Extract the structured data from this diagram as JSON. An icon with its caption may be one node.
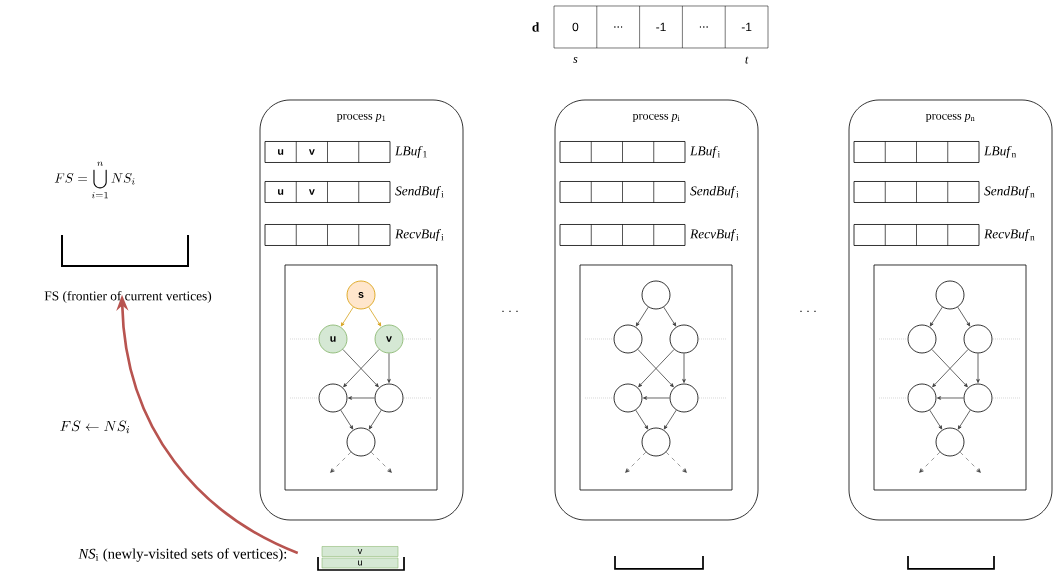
{
  "diagram": {
    "nodes": [
      {
        "text": [
          "0",
          "...",
          "-1",
          "...",
          "-1"
        ],
        "beside": [
          "d",
          "s",
          "t"
        ]
      },
      {
        "text": [
          "FS (frontier of current vertices)"
        ]
      },
      {
        "text": [
          "process *p*$_{1}$"
        ]
      },
      {
        "text": [
          "u",
          "v"
        ],
        "in": 2,
        "beside": [
          "*LBuf*$_{1}$"
        ]
      },
      {
        "text": [
          "u",
          "v"
        ],
        "in": 2,
        "beside": [
          "*SendBuf*$_{i}$"
        ]
      },
      {
        "text": [],
        "shape": "box",
        "in": 2,
        "beside": [
          "*RecvBuf*$_{i}$"
        ]
      },
      {
        "text": [],
        "shape": "box",
        "in": 2
      },
      {
        "text": [
          "s"
        ],
        "in": 6
      },
      {
        "text": [
          "u"
        ],
        "in": 6
      },
      {
        "text": [
          "v"
        ],
        "in": 6
      },
      {
        "text": [],
        "shape": "circle",
        "in": 6
      },
      {
        "text": [],
        "shape": "circle",
        "in": 6
      },
      {
        "text": [],
        "shape": "circle",
        "in": 6
      },
      {
        "text": [
          "process *p*$_{i}$"
        ]
      },
      {
        "text": [],
        "shape": "box",
        "in": 13,
        "beside": [
          "*LBuf*$_{i}$"
        ]
      },
      {
        "text": [],
        "shape": "box",
        "in": 13,
        "beside": [
          "*SendBuf*$_{i}$"
        ]
      },
      {
        "text": [],
        "shape": "box",
        "in": 13,
        "beside": [
          "*RecvBuf*$_{i}$"
        ]
      },
      {
        "text": [],
        "shape": "box",
        "in": 13
      },
      {
        "text": [],
        "shape": "circle",
        "in": 17
      },
      {
        "text": [],
        "shape": "circle",
        "in": 17
      },
      {
        "text": [],
        "shape": "circle",
        "in": 17
      },
      {
        "text": [],
        "shape": "circle",
        "in": 17
      },
      {
        "text": [],
        "shape": "circle",
        "in": 17
      },
      {
        "text": [],
        "shape": "circle",
        "in": 17
      },
      {
        "text": [
          "process *p*$_{n}$"
        ]
      },
      {
        "text": [],
        "shape": "box",
        "in": 24,
        "beside": [
          "*LBuf*$_{n}$"
        ]
      },
      {
        "text": [],
        "shape": "box",
        "in": 24,
        "beside": [
          "*SendBuf*$_{n}$"
        ]
      },
      {
        "text": [],
        "shape": "box",
        "in": 24,
        "beside": [
          "*RecvBuf*$_{n}$"
        ]
      },
      {
        "text": [],
        "shape": "box",
        "in": 24
      },
      {
        "text": [],
        "shape": "circle",
        "in": 28
      },
      {
        "text": [],
        "shape": "circle",
        "in": 28
      },
      {
        "text": [],
        "shape": "circle",
        "in": 28
      },
      {
        "text": [],
        "shape": "circle",
        "in": 28
      },
      {
        "text": [],
        "shape": "circle",
        "in": 28
      },
      {
        "text": [],
        "shape": "circle",
        "in": 28
      },
      {
        "text": [],
        "shape": "box"
      },
      {
        "text": [
          "v"
        ]
      },
      {
        "text": [
          "u"
        ],
        "in": 35
      },
      {
        "text": [],
        "shape": "box"
      },
      {
        "text": [],
        "shape": "box"
      }
    ],
    "edges": [
      {
        "from": 7,
        "to": 8,
        "arrow": "to",
        "color": "#d6a31e"
      },
      {
        "from": 7,
        "to": 9,
        "arrow": "to",
        "color": "#d6a31e"
      },
      {
        "from": 8,
        "to": 11,
        "arrow": "to"
      },
      {
        "from": 9,
        "to": 10,
        "arrow": "to"
      },
      {
        "from": 9,
        "to": 11,
        "arrow": "to"
      },
      {
        "from": 11,
        "to": 10,
        "arrow": "to"
      },
      {
        "from": 10,
        "to": 12,
        "arrow": "to"
      },
      {
        "from": 11,
        "to": 12,
        "arrow": "to"
      },
      {
        "from": 12,
        "to": null,
        "arrow": "to",
        "style": "dashed"
      },
      {
        "from": 12,
        "to": null,
        "arrow": "to",
        "style": "dashed"
      },
      {
        "from": 18,
        "to": 19,
        "arrow": "to"
      },
      {
        "from": 18,
        "to": 20,
        "arrow": "to"
      },
      {
        "from": 19,
        "to": 22,
        "arrow": "to"
      },
      {
        "from": 20,
        "to": 21,
        "arrow": "to"
      },
      {
        "from": 20,
        "to": 22,
        "arrow": "to"
      },
      {
        "from": 22,
        "to": 21,
        "arrow": "to"
      },
      {
        "from": 21,
        "to": 23,
        "arrow": "to"
      },
      {
        "from": 22,
        "to": 23,
        "arrow": "to"
      },
      {
        "from": 23,
        "to": null,
        "arrow": "to",
        "style": "dashed"
      },
      {
        "from": 23,
        "to": null,
        "arrow": "to",
        "style": "dashed"
      },
      {
        "from": 29,
        "to": 30,
        "arrow": "to"
      },
      {
        "from": 29,
        "to": 31,
        "arrow": "to"
      },
      {
        "from": 30,
        "to": 33,
        "arrow": "to"
      },
      {
        "from": 31,
        "to": 32,
        "arrow": "to"
      },
      {
        "from": 31,
        "to": 33,
        "arrow": "to"
      },
      {
        "from": 33,
        "to": 32,
        "arrow": "to"
      },
      {
        "from": 32,
        "to": 34,
        "arrow": "to"
      },
      {
        "from": 33,
        "to": 34,
        "arrow": "to"
      },
      {
        "from": 34,
        "to": null,
        "arrow": "to",
        "style": "dashed"
      },
      {
        "from": 34,
        "to": null,
        "arrow": "to",
        "style": "dashed"
      },
      {
        "from": 35,
        "to": 1,
        "arrow": "to",
        "style": "thick",
        "color": "#b85450"
      }
    ],
    "labels": [
      "FS = \\bigcup_{i=1}^{n} NS_i",
      "· · ·",
      "· · ·",
      "FS \\leftarrow NS_i",
      "*NS*$_{i}$ (newly-visited sets of vertices):"
    ]
  }
}
